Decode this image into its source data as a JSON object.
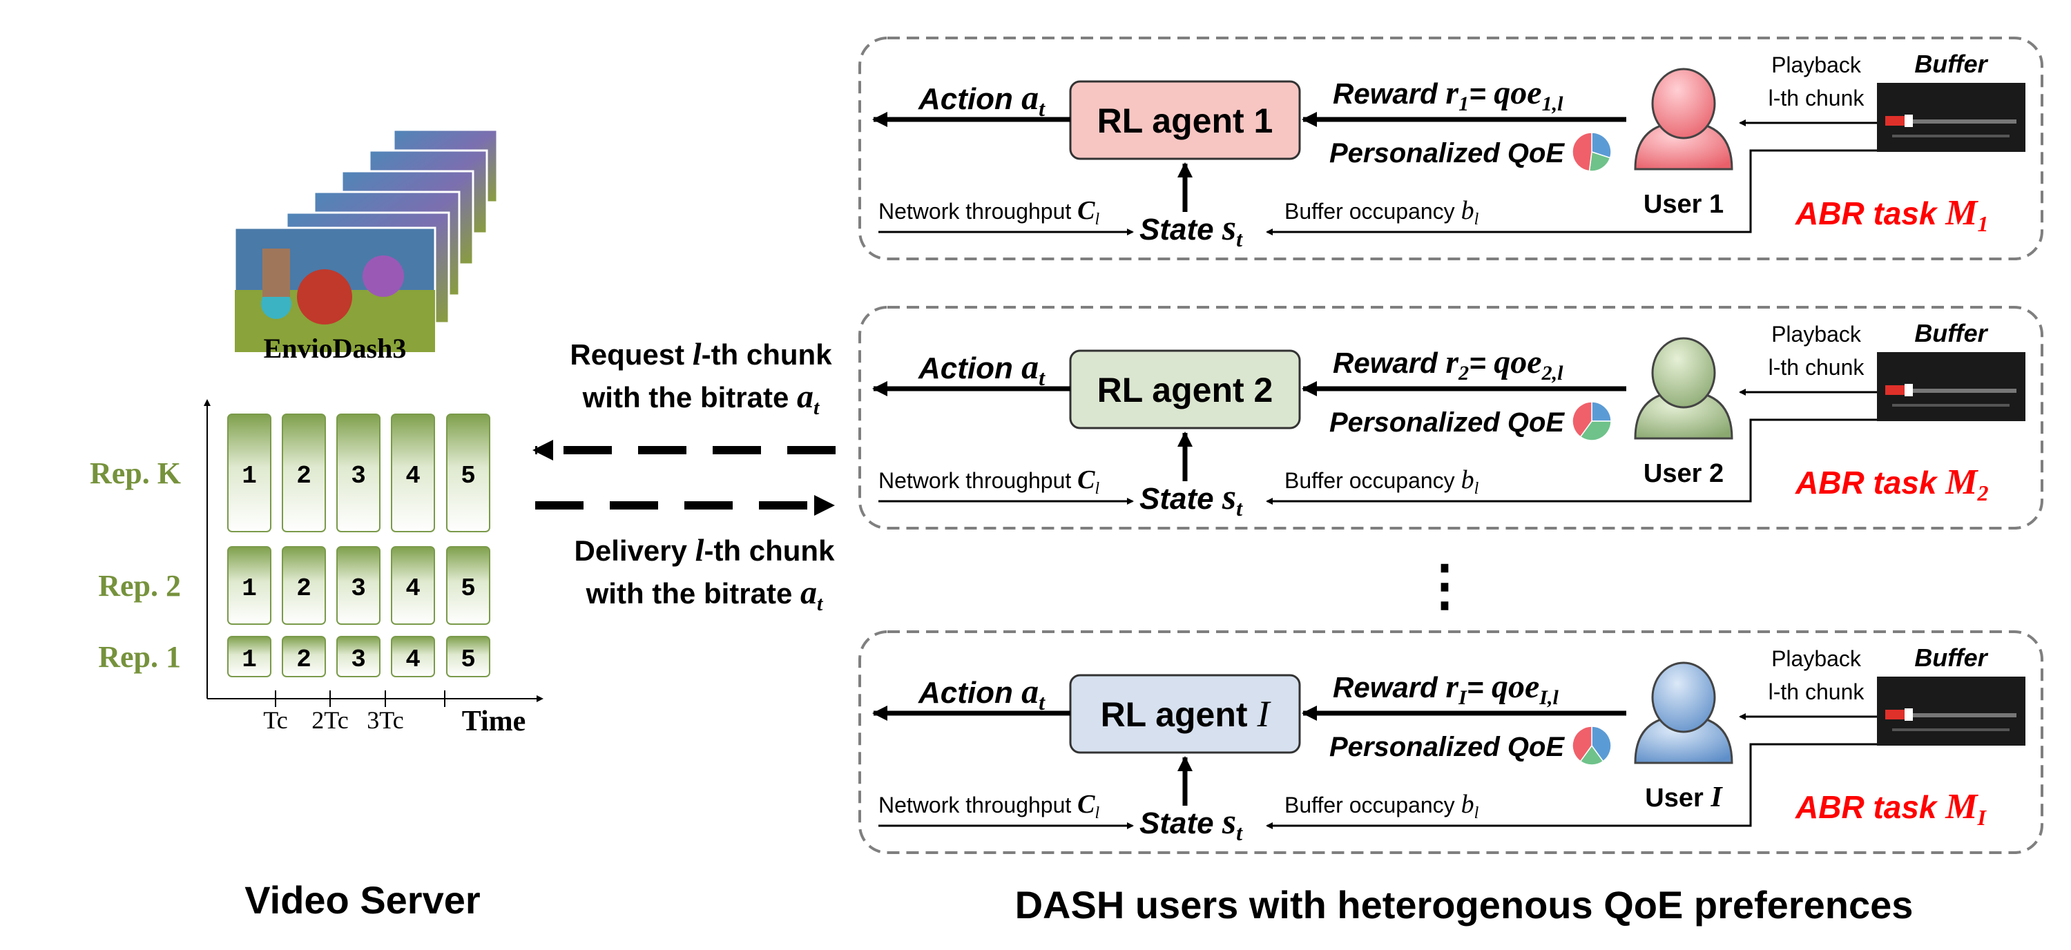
{
  "video_server": {
    "title": "Video Server",
    "video_name": "EnvioDash3",
    "reps": [
      {
        "label": "Rep. K",
        "chunks": [
          "1",
          "2",
          "3",
          "4",
          "5"
        ]
      },
      {
        "label": "Rep. 2",
        "chunks": [
          "1",
          "2",
          "3",
          "4",
          "5"
        ]
      },
      {
        "label": "Rep. 1",
        "chunks": [
          "1",
          "2",
          "3",
          "4",
          "5"
        ]
      }
    ],
    "time_ticks": [
      "Tc",
      "2Tc",
      "3Tc"
    ],
    "time_axis_label": "Time"
  },
  "request": {
    "line1_pre": "Request ",
    "line1_var": "l",
    "line1_post": "-th chunk",
    "line2_pre": "with the bitrate ",
    "line2_var": "a",
    "line2_sub": "t"
  },
  "delivery": {
    "line1_pre": "Delivery ",
    "line1_var": "l",
    "line1_post": "-th chunk",
    "line2_pre": "with the bitrate ",
    "line2_var": "a",
    "line2_sub": "t"
  },
  "users_section": {
    "title": "DASH users with heterogenous QoE preferences",
    "ellipsis": "⋮"
  },
  "users": [
    {
      "agent_label": "RL agent 1",
      "action_text": "Action ",
      "action_var": "a",
      "action_sub": "t",
      "reward_text": "Reward ",
      "reward_var": "r",
      "reward_sub": "1",
      "reward_eq": "= ",
      "qoe_var": "qoe",
      "qoe_sub": "1,l",
      "personalized_qoe": "Personalized QoE",
      "state_text": "State ",
      "state_var": "s",
      "state_sub": "t",
      "network_text": "Network throughput ",
      "network_var": "C",
      "network_sub": "l",
      "buffer_occ_text": "Buffer occupancy ",
      "buffer_occ_var": "b",
      "buffer_occ_sub": "l",
      "playback_line1": "Playback",
      "playback_line2": "l-th chunk",
      "buffer_label": "Buffer",
      "user_label": "User 1",
      "task_text": "ABR task ",
      "task_var": "M",
      "task_sub": "1",
      "agent_color": "#f7c6c3",
      "user_color": "#e8606a",
      "pie": [
        0.3,
        0.22,
        0.48
      ]
    },
    {
      "agent_label": "RL agent 2",
      "action_text": "Action ",
      "action_var": "a",
      "action_sub": "t",
      "reward_text": "Reward ",
      "reward_var": "r",
      "reward_sub": "2",
      "reward_eq": "= ",
      "qoe_var": "qoe",
      "qoe_sub": "2,l",
      "personalized_qoe": "Personalized QoE",
      "state_text": "State ",
      "state_var": "s",
      "state_sub": "t",
      "network_text": "Network throughput ",
      "network_var": "C",
      "network_sub": "l",
      "buffer_occ_text": "Buffer occupancy ",
      "buffer_occ_var": "b",
      "buffer_occ_sub": "l",
      "playback_line1": "Playback",
      "playback_line2": "l-th chunk",
      "buffer_label": "Buffer",
      "user_label": "User 2",
      "task_text": "ABR task ",
      "task_var": "M",
      "task_sub": "2",
      "agent_color": "#dbe6d0",
      "user_color": "#9bb57e",
      "pie": [
        0.25,
        0.35,
        0.4
      ]
    },
    {
      "agent_label": "RL agent ",
      "agent_var": "I",
      "action_text": "Action ",
      "action_var": "a",
      "action_sub": "t",
      "reward_text": "Reward ",
      "reward_var": "r",
      "reward_sub": "I",
      "reward_eq": "= ",
      "qoe_var": "qoe",
      "qoe_sub": "I,l",
      "personalized_qoe": "Personalized QoE",
      "state_text": "State ",
      "state_var": "s",
      "state_sub": "t",
      "network_text": "Network throughput ",
      "network_var": "C",
      "network_sub": "l",
      "buffer_occ_text": "Buffer occupancy ",
      "buffer_occ_var": "b",
      "buffer_occ_sub": "l",
      "playback_line1": "Playback",
      "playback_line2": "l-th chunk",
      "buffer_label": "Buffer",
      "user_label": "User ",
      "user_var": "I",
      "task_text": "ABR task ",
      "task_var": "M",
      "task_sub": "I",
      "agent_color": "#d6e0ee",
      "user_color": "#6f9fd2",
      "pie": [
        0.4,
        0.2,
        0.4
      ]
    }
  ],
  "colors": {
    "rep_label": "#76923c",
    "task_red": "#ff0000",
    "pie_red": "#f0606a",
    "pie_green": "#6fc28a",
    "pie_blue": "#5b9bd5",
    "border_gray": "#7f7f7f"
  }
}
